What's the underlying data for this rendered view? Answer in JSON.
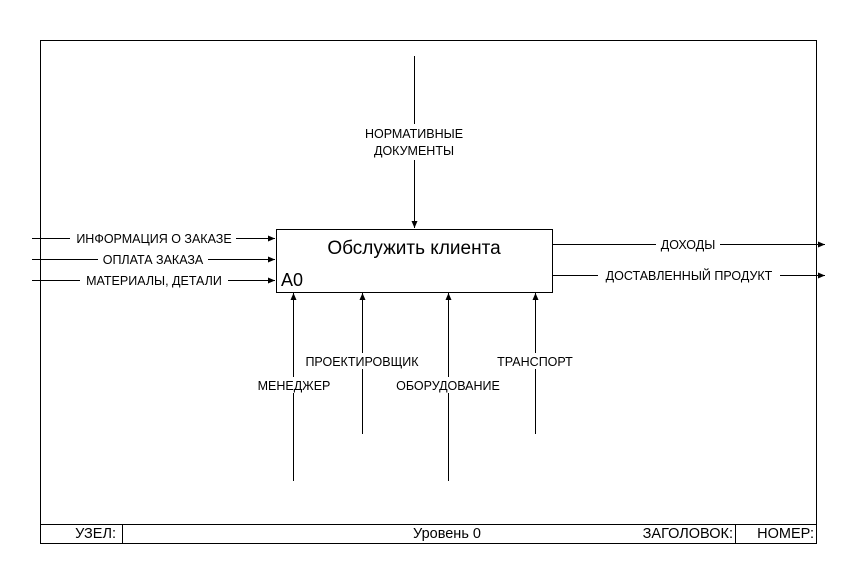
{
  "activity": {
    "title": "Обслужить клиента",
    "id": "A0"
  },
  "controls": {
    "normative_line1": "НОРМАТИВНЫЕ",
    "normative_line2": "ДОКУМЕНТЫ"
  },
  "inputs": [
    "ИНФОРМАЦИЯ О ЗАКАЗЕ",
    "ОПЛАТА ЗАКАЗА",
    "МАТЕРИАЛЫ, ДЕТАЛИ"
  ],
  "outputs": [
    "ДОХОДЫ",
    "ДОСТАВЛЕННЫЙ ПРОДУКТ"
  ],
  "mechanisms": [
    "МЕНЕДЖЕР",
    "ПРОЕКТИРОВЩИК",
    "ОБОРУДОВАНИЕ",
    "ТРАНСПОРТ"
  ],
  "footer": {
    "node_label": "УЗЕЛ:",
    "level": "Уровень 0",
    "title_label": "ЗАГОЛОВОК:",
    "number_label": "НОМЕР:"
  }
}
